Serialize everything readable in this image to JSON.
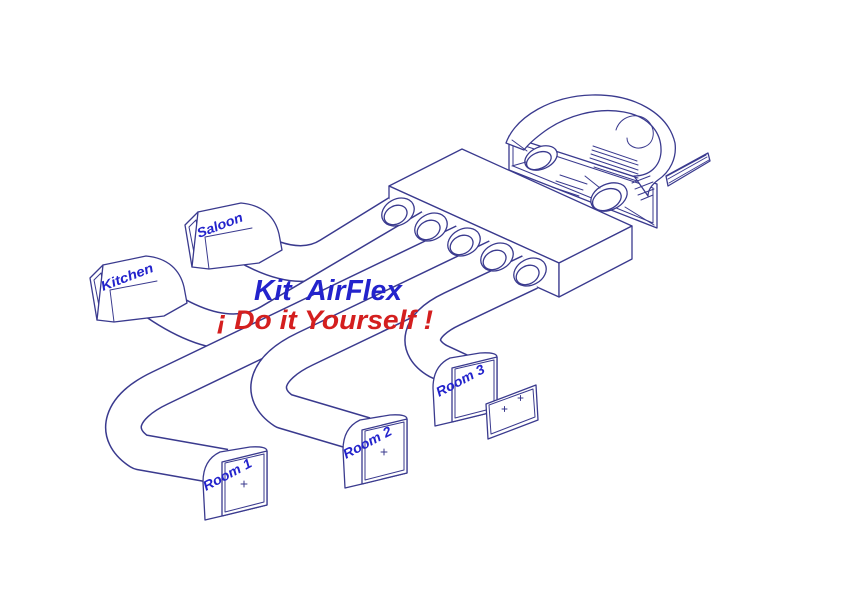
{
  "title": {
    "product": "Kit  AirFlex",
    "slogan": "¡ Do it Yourself !"
  },
  "vents": {
    "kitchen": "Kitchen",
    "saloon": "Saloon",
    "room1": "Room 1",
    "room2": "Room 2",
    "room3": "Room 3"
  },
  "colors": {
    "line": "#3a3a8e",
    "title_blue": "#2323cc",
    "slogan_red": "#d41f1f",
    "background": "#ffffff"
  },
  "components": {
    "plenum": "distribution-box-with-5-ports",
    "ducts": "flexible-ducts",
    "exterior": "mounting-panel-with-oval-outlets-and-exhaust-duct",
    "grille": "detached-louvre-grille"
  }
}
